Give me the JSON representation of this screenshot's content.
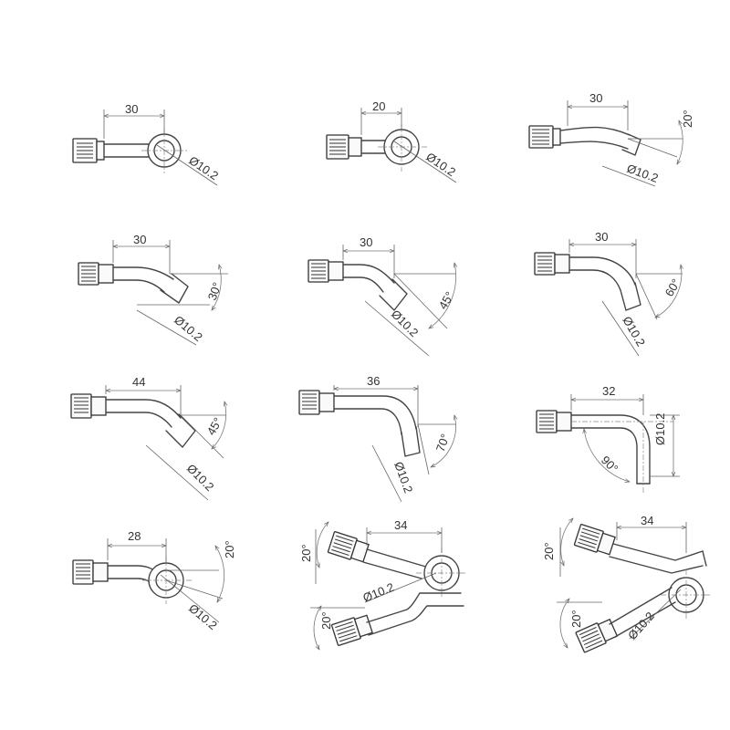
{
  "colors": {
    "line": "#444444",
    "dimension": "#777777",
    "background": "#ffffff"
  },
  "fittings": [
    {
      "dimension": "30",
      "diameter": "Ø10.2"
    },
    {
      "dimension": "20",
      "diameter": "Ø10.2"
    },
    {
      "dimension": "30",
      "diameter": "Ø10.2",
      "angle": "20°"
    },
    {
      "dimension": "30",
      "diameter": "Ø10.2",
      "angle": "30°"
    },
    {
      "dimension": "30",
      "diameter": "Ø10.2",
      "angle": "45°"
    },
    {
      "dimension": "30",
      "diameter": "Ø10.2",
      "angle": "60°"
    },
    {
      "dimension": "44",
      "diameter": "Ø10.2",
      "angle": "45°"
    },
    {
      "dimension": "36",
      "diameter": "Ø10.2",
      "angle": "70°"
    },
    {
      "dimension": "32",
      "diameter": "Ø10.2",
      "angle": "90°"
    },
    {
      "dimension": "28",
      "diameter": "Ø10.2",
      "angle": "20°"
    },
    {
      "dimension": "34",
      "diameter": "Ø10.2",
      "angle_top": "20°",
      "angle_bottom": "20°"
    },
    {
      "dimension": "34",
      "diameter": "Ø10.2",
      "angle_top": "20°",
      "angle_bottom": "20°"
    }
  ]
}
